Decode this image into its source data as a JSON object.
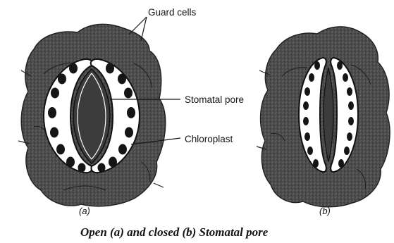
{
  "labels": {
    "guard_cells": "Guard cells",
    "stomatal_pore": "Stomatal pore",
    "chloroplast": "Chloroplast"
  },
  "sub_captions": {
    "a": "(a)",
    "b": "(b)"
  },
  "caption": "Open (a) and closed (b) Stomatal pore",
  "colors": {
    "epidermal_cells": "#4d4d4d",
    "guard_cell_fill": "#ffffff",
    "chloroplast": "#151515",
    "ink": "#141414"
  }
}
